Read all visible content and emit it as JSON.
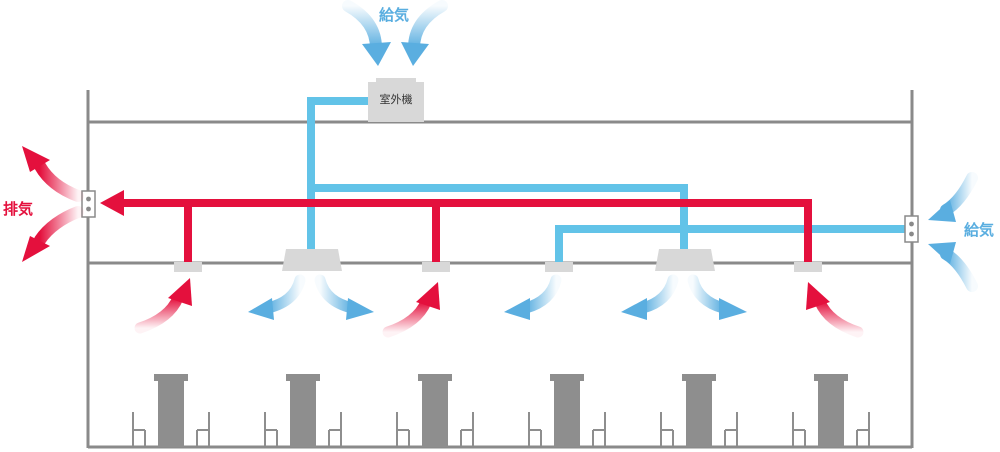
{
  "labels": {
    "supply_top": "給気",
    "supply_right": "給気",
    "exhaust_left": "排気",
    "outdoor_unit": "室外機"
  },
  "colors": {
    "supply": "#5aaee0",
    "supply_duct": "#62c3e8",
    "exhaust": "#e4103d",
    "structure": "#8a8a8a",
    "equipment": "#d8d8d8",
    "furniture": "#8e8e8e",
    "text_dark": "#333333"
  },
  "icons": {
    "supply_arrow": "blue-curved-arrow-icon",
    "exhaust_arrow": "red-curved-arrow-icon",
    "louver": "wall-louver-icon"
  }
}
